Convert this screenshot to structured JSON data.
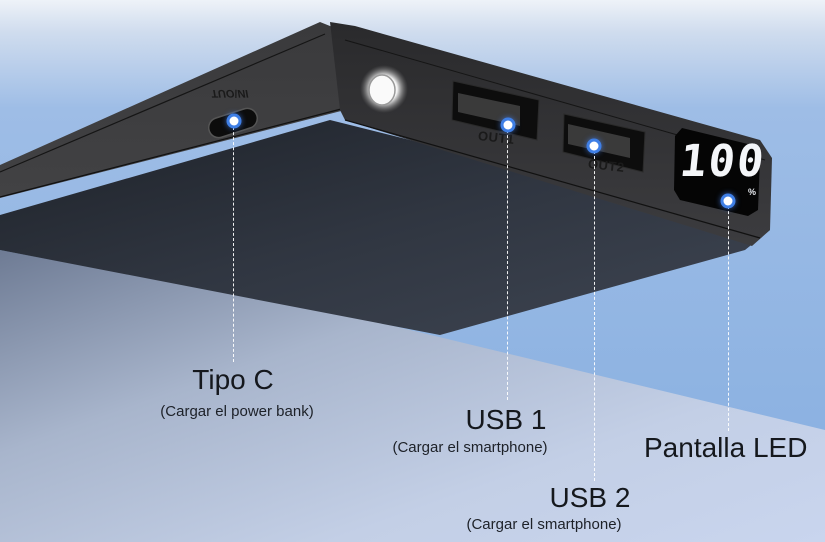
{
  "colors": {
    "sky": "#8fb3e0",
    "sky_top": "#e9eef6",
    "floor": "#b9c8e3",
    "device_body": "#3a3a3d",
    "device_underside": "#2c3038",
    "accent_dot": "#3f7fe6",
    "leader_line": "#ffffff",
    "label_text": "#15181d"
  },
  "device": {
    "port_inout_label": "IN/OUT",
    "port_out1_label": "OUT1",
    "port_out2_label": "OUT2",
    "led_display": {
      "value": "100",
      "unit": "%"
    },
    "flashlight": "flashlight-icon"
  },
  "callouts": [
    {
      "id": "tipo-c",
      "title": "Tipo C",
      "subtitle": "(Cargar el power bank)"
    },
    {
      "id": "usb1",
      "title": "USB 1",
      "subtitle": "(Cargar el smartphone)"
    },
    {
      "id": "usb2",
      "title": "USB 2",
      "subtitle": "(Cargar el smartphone)"
    },
    {
      "id": "led",
      "title": "Pantalla LED"
    }
  ]
}
